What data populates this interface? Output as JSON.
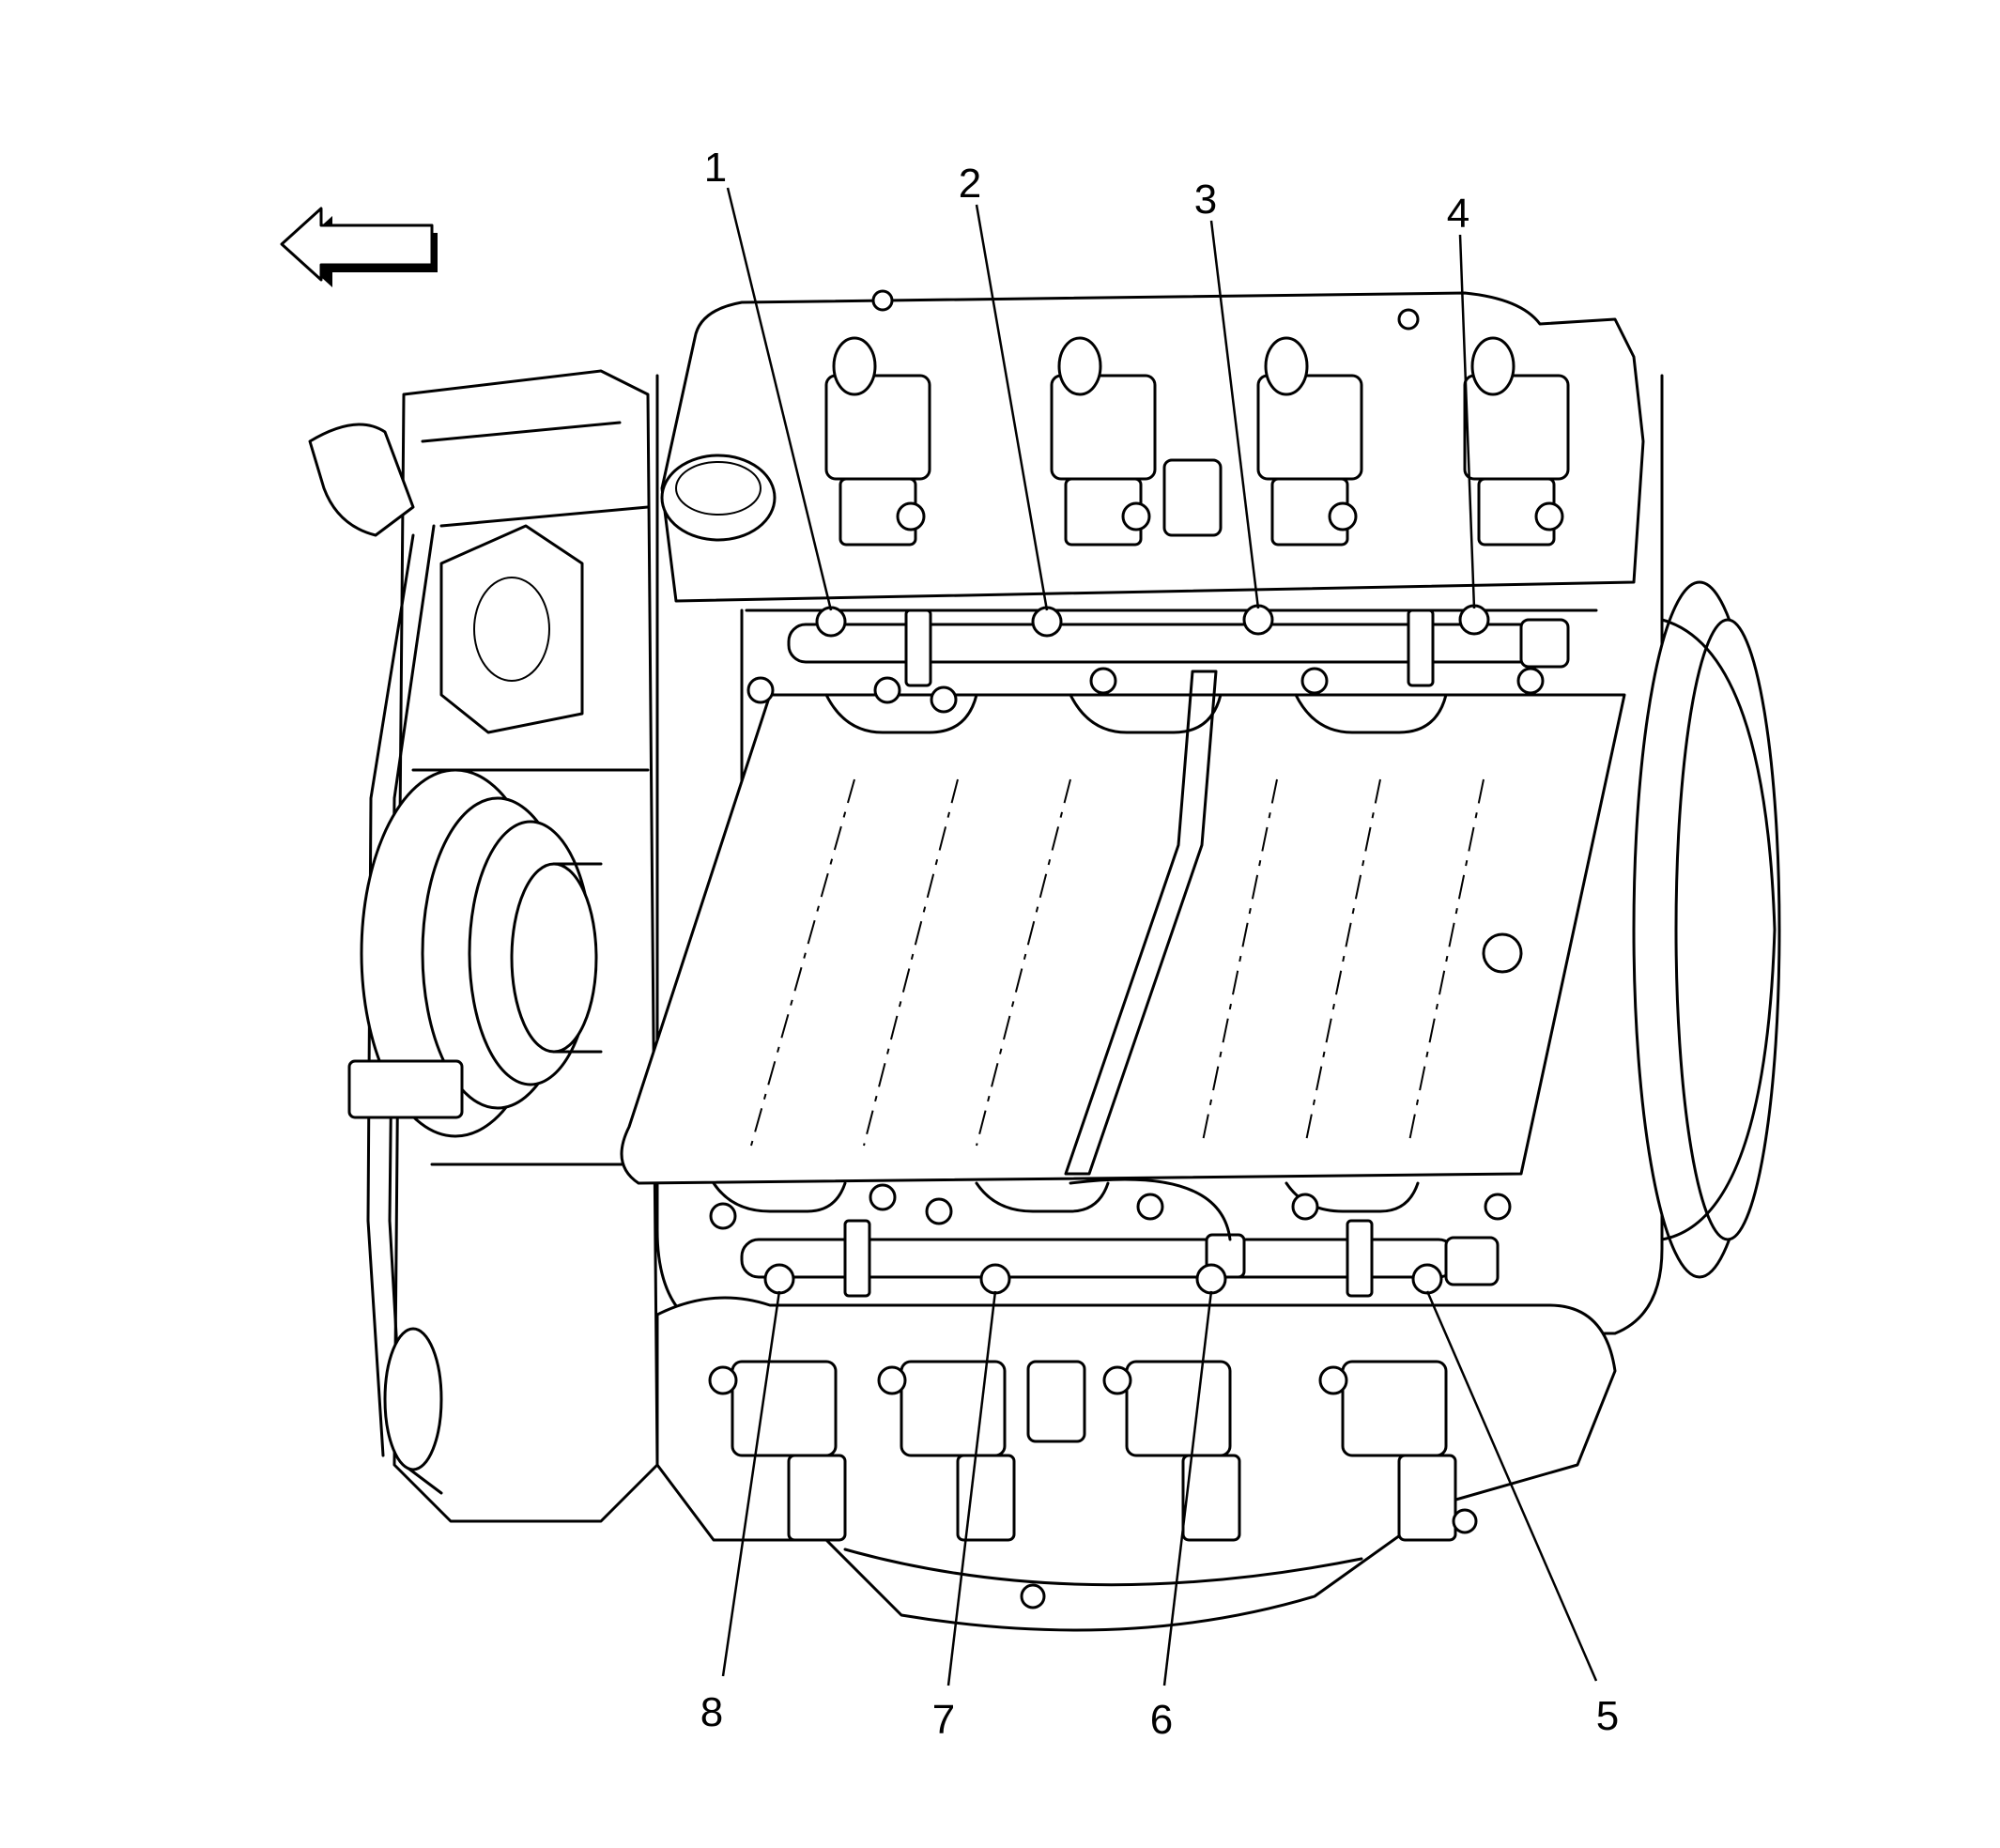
{
  "diagram": {
    "callouts": [
      {
        "id": 1,
        "label": "1"
      },
      {
        "id": 2,
        "label": "2"
      },
      {
        "id": 3,
        "label": "3"
      },
      {
        "id": 4,
        "label": "4"
      },
      {
        "id": 5,
        "label": "5"
      },
      {
        "id": 6,
        "label": "6"
      },
      {
        "id": 7,
        "label": "7"
      },
      {
        "id": 8,
        "label": "8"
      }
    ],
    "direction_arrow": "arrow-left-icon"
  }
}
